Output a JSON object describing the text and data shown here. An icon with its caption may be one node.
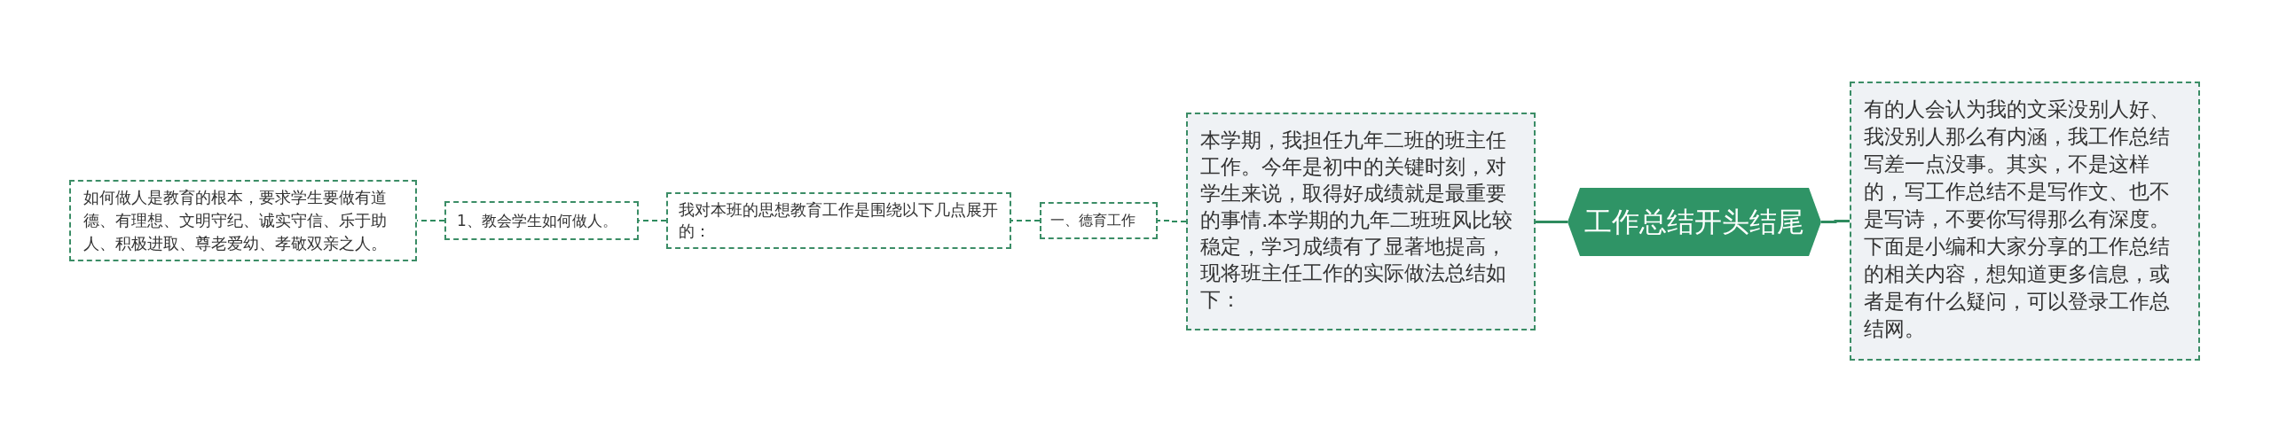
{
  "diagram": {
    "nodes": [
      {
        "text": [
          "如何做人是教育的根本，要求学生要做有道德、有理想、文明守纪、诚实守信、乐于助人、积极进取、尊老爱幼、孝敬双亲之人。"
        ]
      },
      {
        "text": [
          "1、教会学生如何做人。"
        ]
      },
      {
        "text": [
          "我对本班的思想教育工作是围绕以下几点展开的："
        ]
      },
      {
        "text": [
          "一、德育工作"
        ]
      },
      {
        "text": [
          "本学期，我担任九年二班的班主任工作。今年是初中的关键时刻，对学生来说，取得好成绩就是最重要的事情.本学期的九年二班班风比较稳定，学习成绩有了显著地提高，现将班主任工作的实际做法总结如下："
        ]
      },
      {
        "text": [
          "工作总结开头结尾"
        ]
      },
      {
        "text": [
          "有的人会认为我的文采没别人好、我没别人那么有内涵，我工作总结写差一点没事。其实，不是这样的，写工作总结不是写作文、也不是写诗，不要你写得那么有深度。下面是小编和大家分享的工作总结的相关内容，想知道更多信息，或者是有什么疑问，可以登录工作总结网。"
        ]
      }
    ],
    "edges": [
      {
        "from": 5,
        "to": 4,
        "arrow": "none"
      },
      {
        "from": 5,
        "to": 6,
        "arrow": "none"
      },
      {
        "from": 4,
        "to": 3,
        "arrow": "none",
        "style": "dashed"
      },
      {
        "from": 3,
        "to": 2,
        "arrow": "none",
        "style": "dashed"
      },
      {
        "from": 2,
        "to": 1,
        "arrow": "none",
        "style": "dashed"
      },
      {
        "from": 1,
        "to": 0,
        "arrow": "none",
        "style": "dashed"
      }
    ]
  }
}
